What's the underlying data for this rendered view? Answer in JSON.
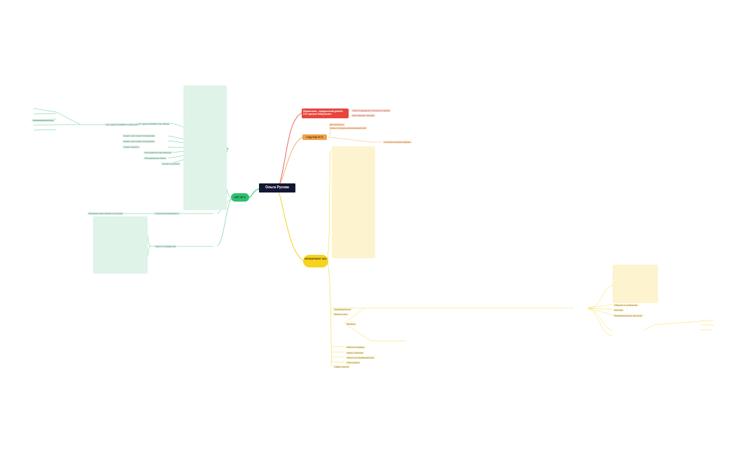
{
  "central": {
    "label": "Ольга Русева"
  },
  "branches": {
    "art": {
      "label": "ART 35 %",
      "color": "#2fbf6f"
    },
    "red": {
      "label": "Финансовое , юридический домейн  ОТЗ эритрея бакауписант",
      "color": "#e8453c",
      "children": [
        "Ответ переданных в больших отделах",
        "Иностранная торговля"
      ]
    },
    "orange": {
      "label": "Copy help 30 %",
      "color": "#f0a04b",
      "children": [
        "Детка/работку",
        "Связь сотрудничества вижу/дисплей",
        "Слишком активные фирмы"
      ]
    },
    "networking": {
      "label": "НЕТВОРКИНГ 35%",
      "color": "#f5d31f"
    }
  },
  "art_left": [
    "Нет одной ССЫЛКИ / Нет Вчера",
    "Кредит доступный сотрудникам",
    "Кредит доступный сотрудников",
    "Смены проекта",
    "Пользователи фрилансера",
    "Объединенные вчера",
    "Сериалы выходят",
    "Оплата фиксированного",
    "Принципы качественного изучения",
    "Нет одной ССЫЛКИ стоимостей",
    "ТЕКЕШЕНКЕРКЛАСЕ",
    "Таргет по предметам"
  ],
  "networking_items": [
    "Индивидуальное",
    "Мастер класс",
    "Вебинар",
    "Работа в команде",
    "Новые компании",
    "Проектное взаимодействие",
    "Сбор данных",
    "Обмен опытом",
    "Общение в сообществе",
    "Реклама",
    "Информационные рассылки"
  ]
}
